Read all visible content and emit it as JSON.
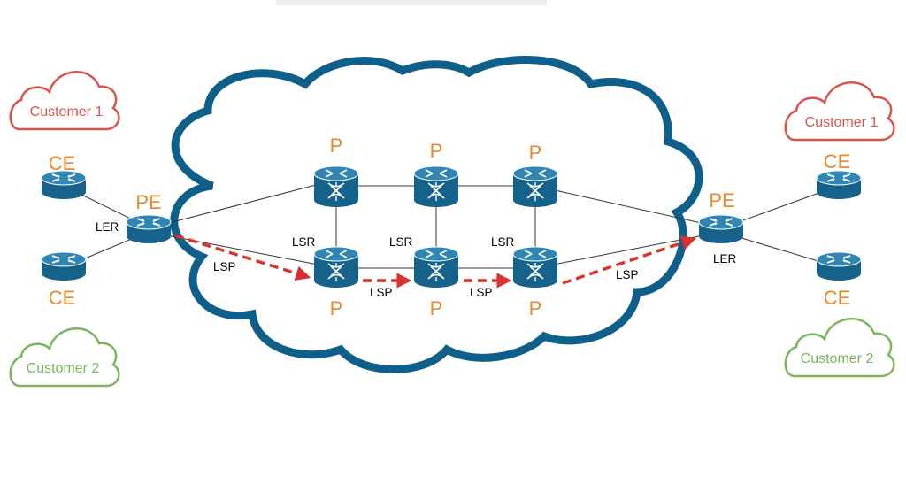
{
  "diagram": {
    "customers": {
      "left_top": "Customer 1",
      "left_bottom": "Customer 2",
      "right_top": "Customer 1",
      "right_bottom": "Customer 2"
    },
    "roles": {
      "ce": "CE",
      "pe": "PE",
      "p": "P",
      "ler": "LER",
      "lsr": "LSR",
      "lsp": "LSP"
    },
    "colors": {
      "cloud_stroke": "#0e5f8a",
      "router_fill": "#1a6e99",
      "customer1": "#d9534f",
      "customer2": "#7ab55c",
      "role_label": "#e8892c",
      "lsp_arrow": "#d9312b"
    }
  }
}
